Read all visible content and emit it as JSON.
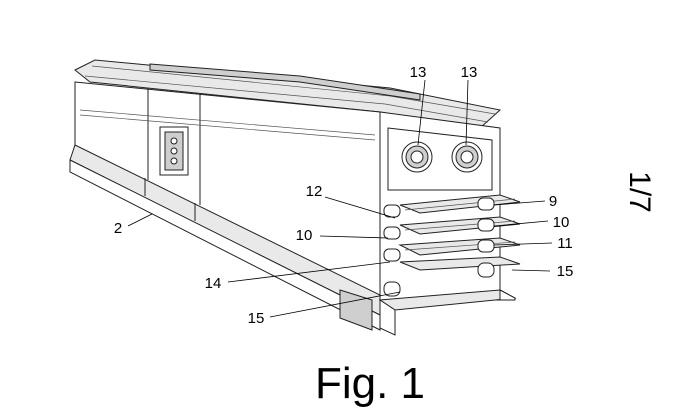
{
  "figure": {
    "caption": "Fig. 1",
    "sheet_number": "1/7",
    "labels": {
      "l13a": "13",
      "l13b": "13",
      "l12": "12",
      "l10a": "10",
      "l9": "9",
      "l10b": "10",
      "l11": "11",
      "l15a": "15",
      "l2": "2",
      "l14": "14",
      "l15b": "15"
    }
  }
}
